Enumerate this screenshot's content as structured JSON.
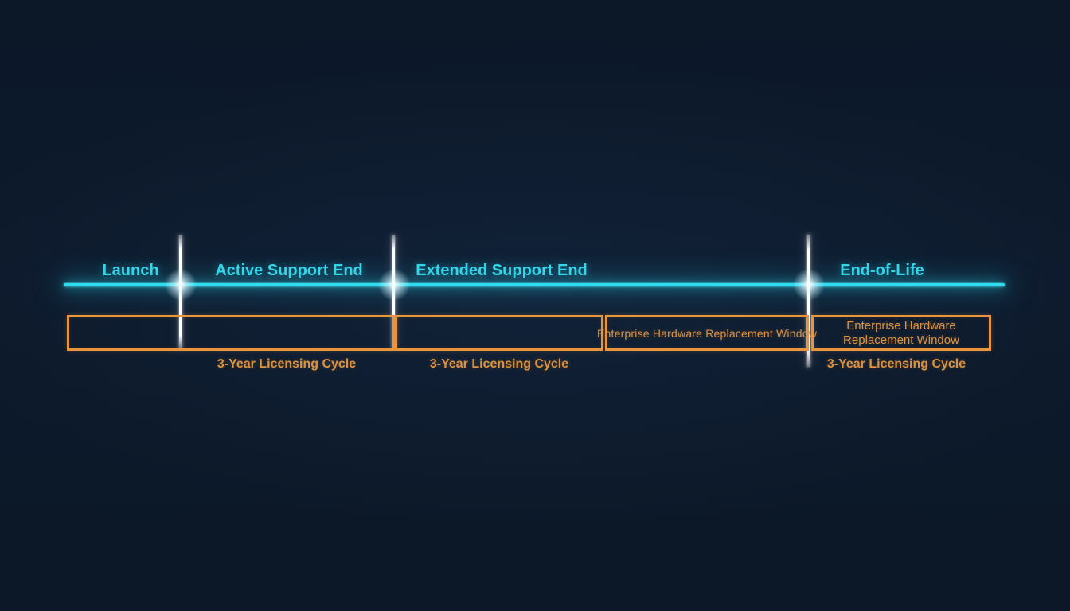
{
  "canvas": {
    "background_color": "#0c1827",
    "accent_cyan": "#35d8ea",
    "accent_orange": "#e8953e",
    "tick_color": "#ffffff"
  },
  "timeline": {
    "milestones": [
      {
        "label": "Launch"
      },
      {
        "label": "Active Support End"
      },
      {
        "label": "Extended Support End"
      },
      {
        "label": "End-of-Life"
      }
    ],
    "tick_count": 3
  },
  "band": {
    "boxes": [
      {
        "label": ""
      },
      {
        "label": ""
      },
      {
        "label": "Enterprise Hardware Replacement Window"
      },
      {
        "label": "Enterprise Hardware Replacement Window"
      }
    ]
  },
  "cycles": [
    {
      "label": "3-Year Licensing Cycle"
    },
    {
      "label": "3-Year Licensing Cycle"
    },
    {
      "label": "3-Year Licensing Cycle"
    }
  ]
}
